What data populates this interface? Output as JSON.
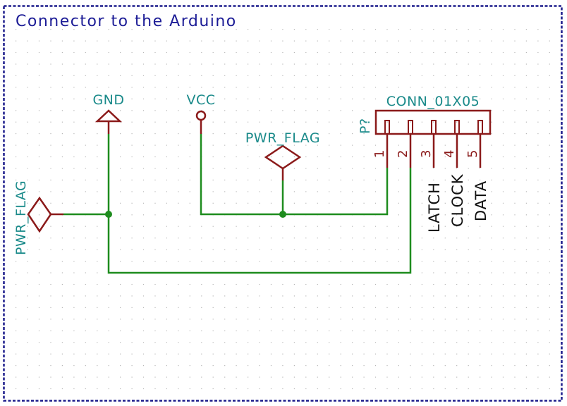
{
  "sheet": {
    "title": "Connector to the Arduino",
    "colors": {
      "border": "#1c1c8c",
      "grid": "#b8b8b8",
      "wire": "#1e8c1e",
      "symbol": "#8b1a1a",
      "net_label": "#1a8a8a",
      "signal_label": "#111111",
      "title": "#1c1c96"
    }
  },
  "power_symbols": {
    "gnd": {
      "label": "GND",
      "icon": "ground-arrow-icon"
    },
    "vcc": {
      "label": "VCC",
      "icon": "power-circle-icon"
    },
    "pwr_flag_left": {
      "label": "PWR_FLAG",
      "icon": "power-flag-diamond-icon"
    },
    "pwr_flag_mid": {
      "label": "PWR_FLAG",
      "icon": "power-flag-diamond-icon"
    }
  },
  "connector": {
    "value": "CONN_01X05",
    "reference": "P?",
    "pins": [
      {
        "number": "1",
        "signal": ""
      },
      {
        "number": "2",
        "signal": ""
      },
      {
        "number": "3",
        "signal": "LATCH"
      },
      {
        "number": "4",
        "signal": "CLOCK"
      },
      {
        "number": "5",
        "signal": "DATA"
      }
    ]
  }
}
